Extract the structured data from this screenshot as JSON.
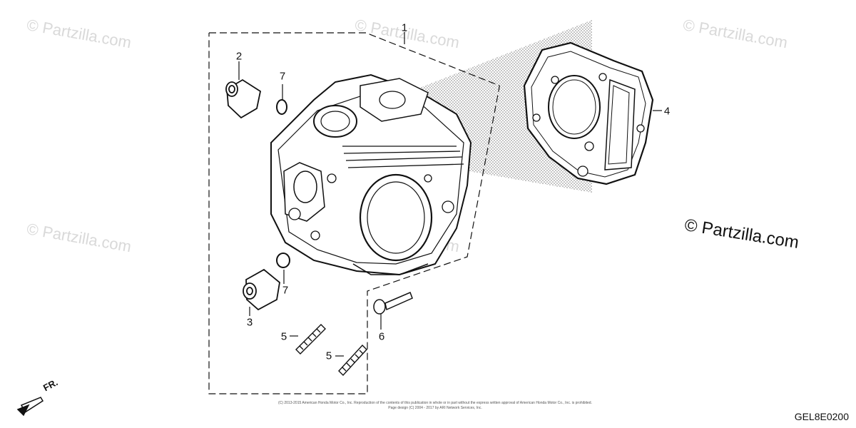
{
  "watermarks": {
    "small_text": "© Partzilla.com",
    "large_text": "© Partzilla.com"
  },
  "callouts": {
    "c1": "1",
    "c2": "2",
    "c3": "3",
    "c4": "4",
    "c5a": "5",
    "c5b": "5",
    "c6": "6",
    "c7a": "7",
    "c7b": "7"
  },
  "front_label": "FR.",
  "copyright": {
    "line1": "(C) 2013-2015 American Honda Motor Co., Inc. Reproduction of the contents of this publication in whole or in part without the express written approval of American Honda Motor Co., Inc. is prohibited.",
    "line2": "Page design (C) 2004 - 2017 by ARI Network Services, Inc."
  },
  "diagram_code": "GEL8E0200",
  "colors": {
    "line": "#111111",
    "watermark": "#d9d9d9",
    "background": "#ffffff"
  }
}
